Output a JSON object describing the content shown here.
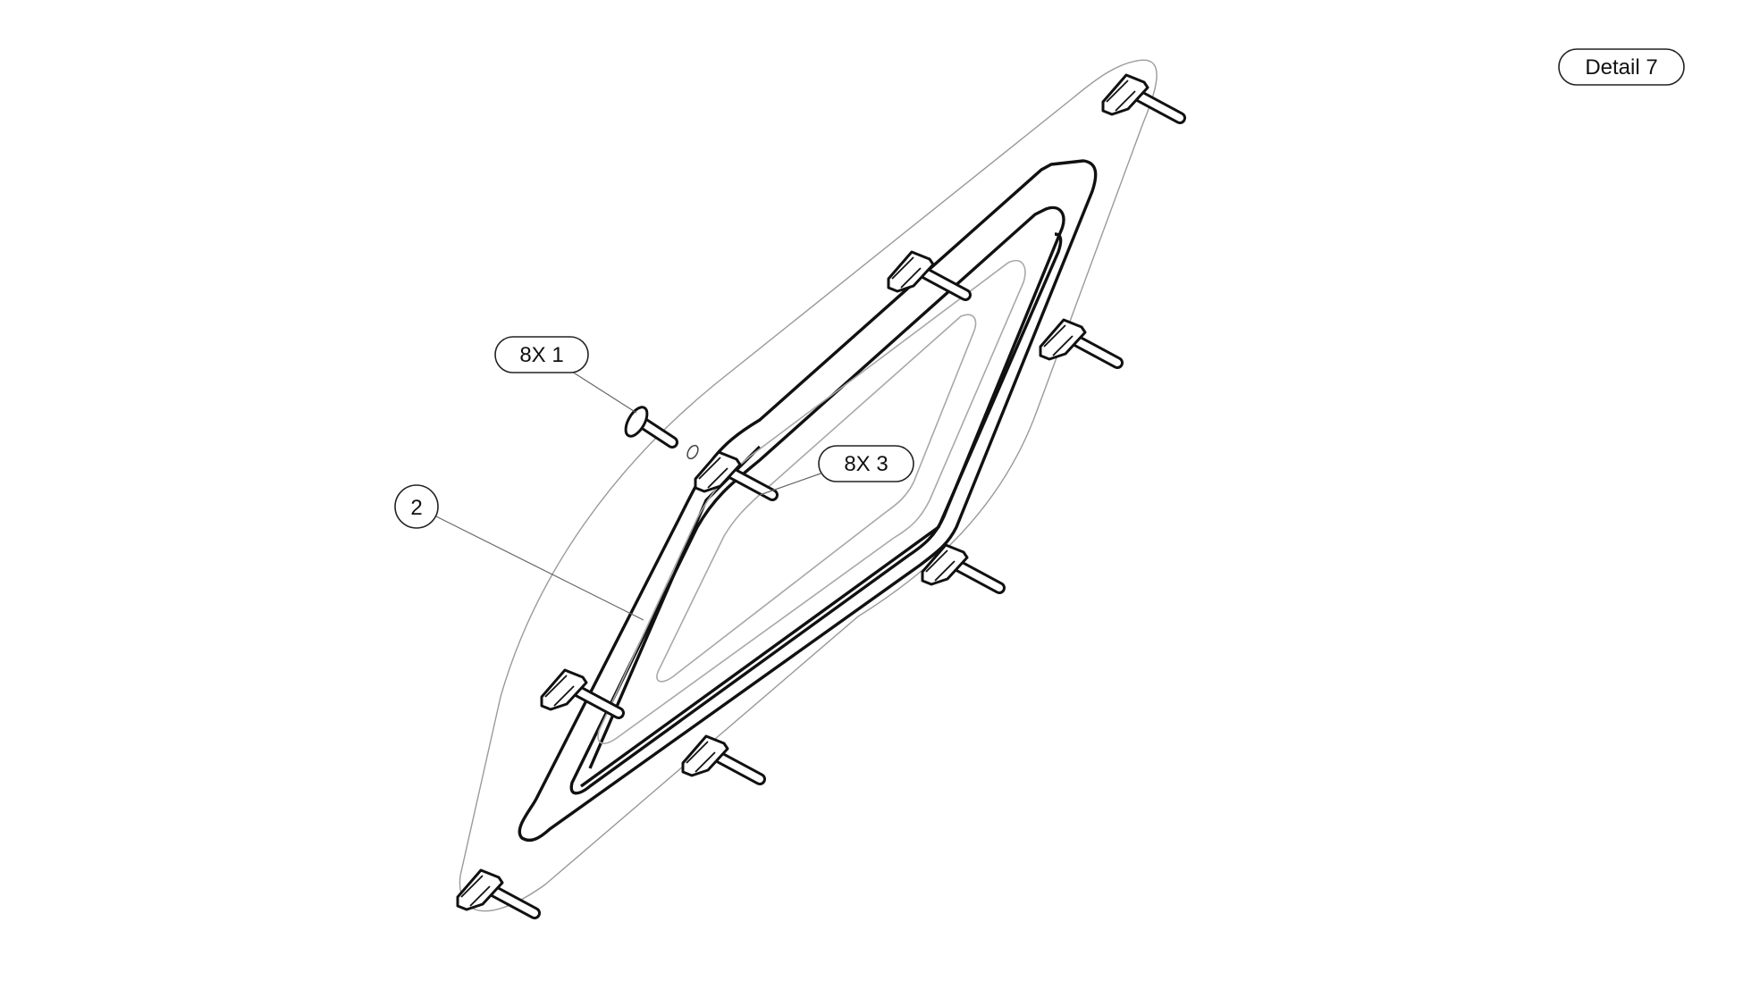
{
  "detail_label": "Detail 7",
  "callouts": {
    "item1": "8X 1",
    "item2": "2",
    "item3": "8X 3"
  }
}
